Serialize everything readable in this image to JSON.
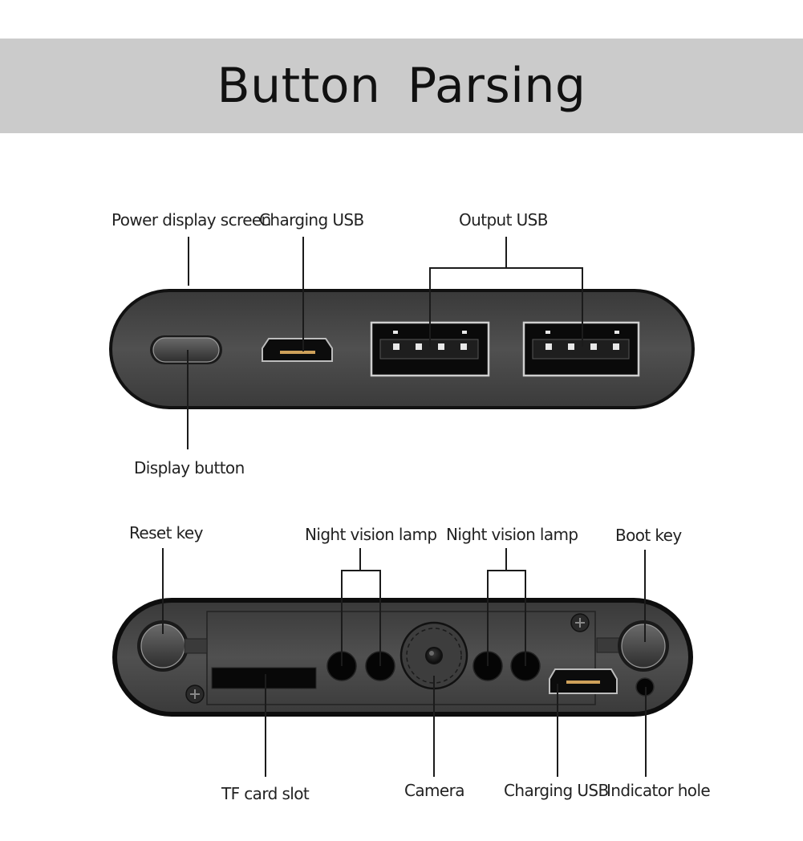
{
  "title": "Button Parsing",
  "top_panel": {
    "labels": {
      "power_display_screen": "Power display screen",
      "charging_usb": "Charging USB",
      "output_usb": "Output USB",
      "display_button": "Display button"
    }
  },
  "bottom_panel": {
    "labels": {
      "reset_key": "Reset key",
      "night_vision_lamp_left": "Night vision lamp",
      "night_vision_lamp_right": "Night vision lamp",
      "boot_key": "Boot key",
      "tf_card_slot": "TF card slot",
      "camera": "Camera",
      "charging_usb": "Charging USB",
      "indicator_hole": "Indicator hole"
    }
  },
  "colors": {
    "title_band": "#cbcbcb",
    "device_body": "#4a4a4a",
    "device_edge": "#151515"
  }
}
